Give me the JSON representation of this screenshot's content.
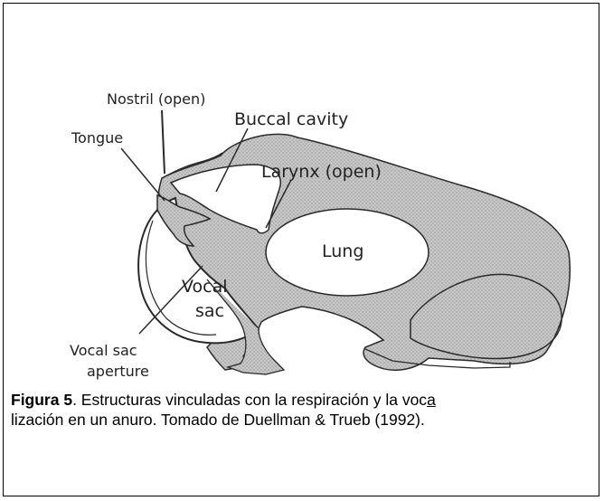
{
  "labels": {
    "nostril": "Nostril (open)",
    "buccal": "Buccal cavity",
    "tongue": "Tongue",
    "larynx": "Larynx (open)",
    "lung": "Lung",
    "vocal_sac_1": "Vocal",
    "vocal_sac_2": "sac",
    "aperture_1": "Vocal sac",
    "aperture_2": "aperture"
  },
  "caption": {
    "figure_label": "Figura 5",
    "text_part1": ". Estructuras vinculadas con la respiración y la voc",
    "underlined": "a",
    "text_part2": "lización en un anuro. Tomado de Duellman & Trueb (1992)."
  },
  "colors": {
    "body_fill": "#c9c9c9",
    "outline": "#2a2a2a"
  }
}
